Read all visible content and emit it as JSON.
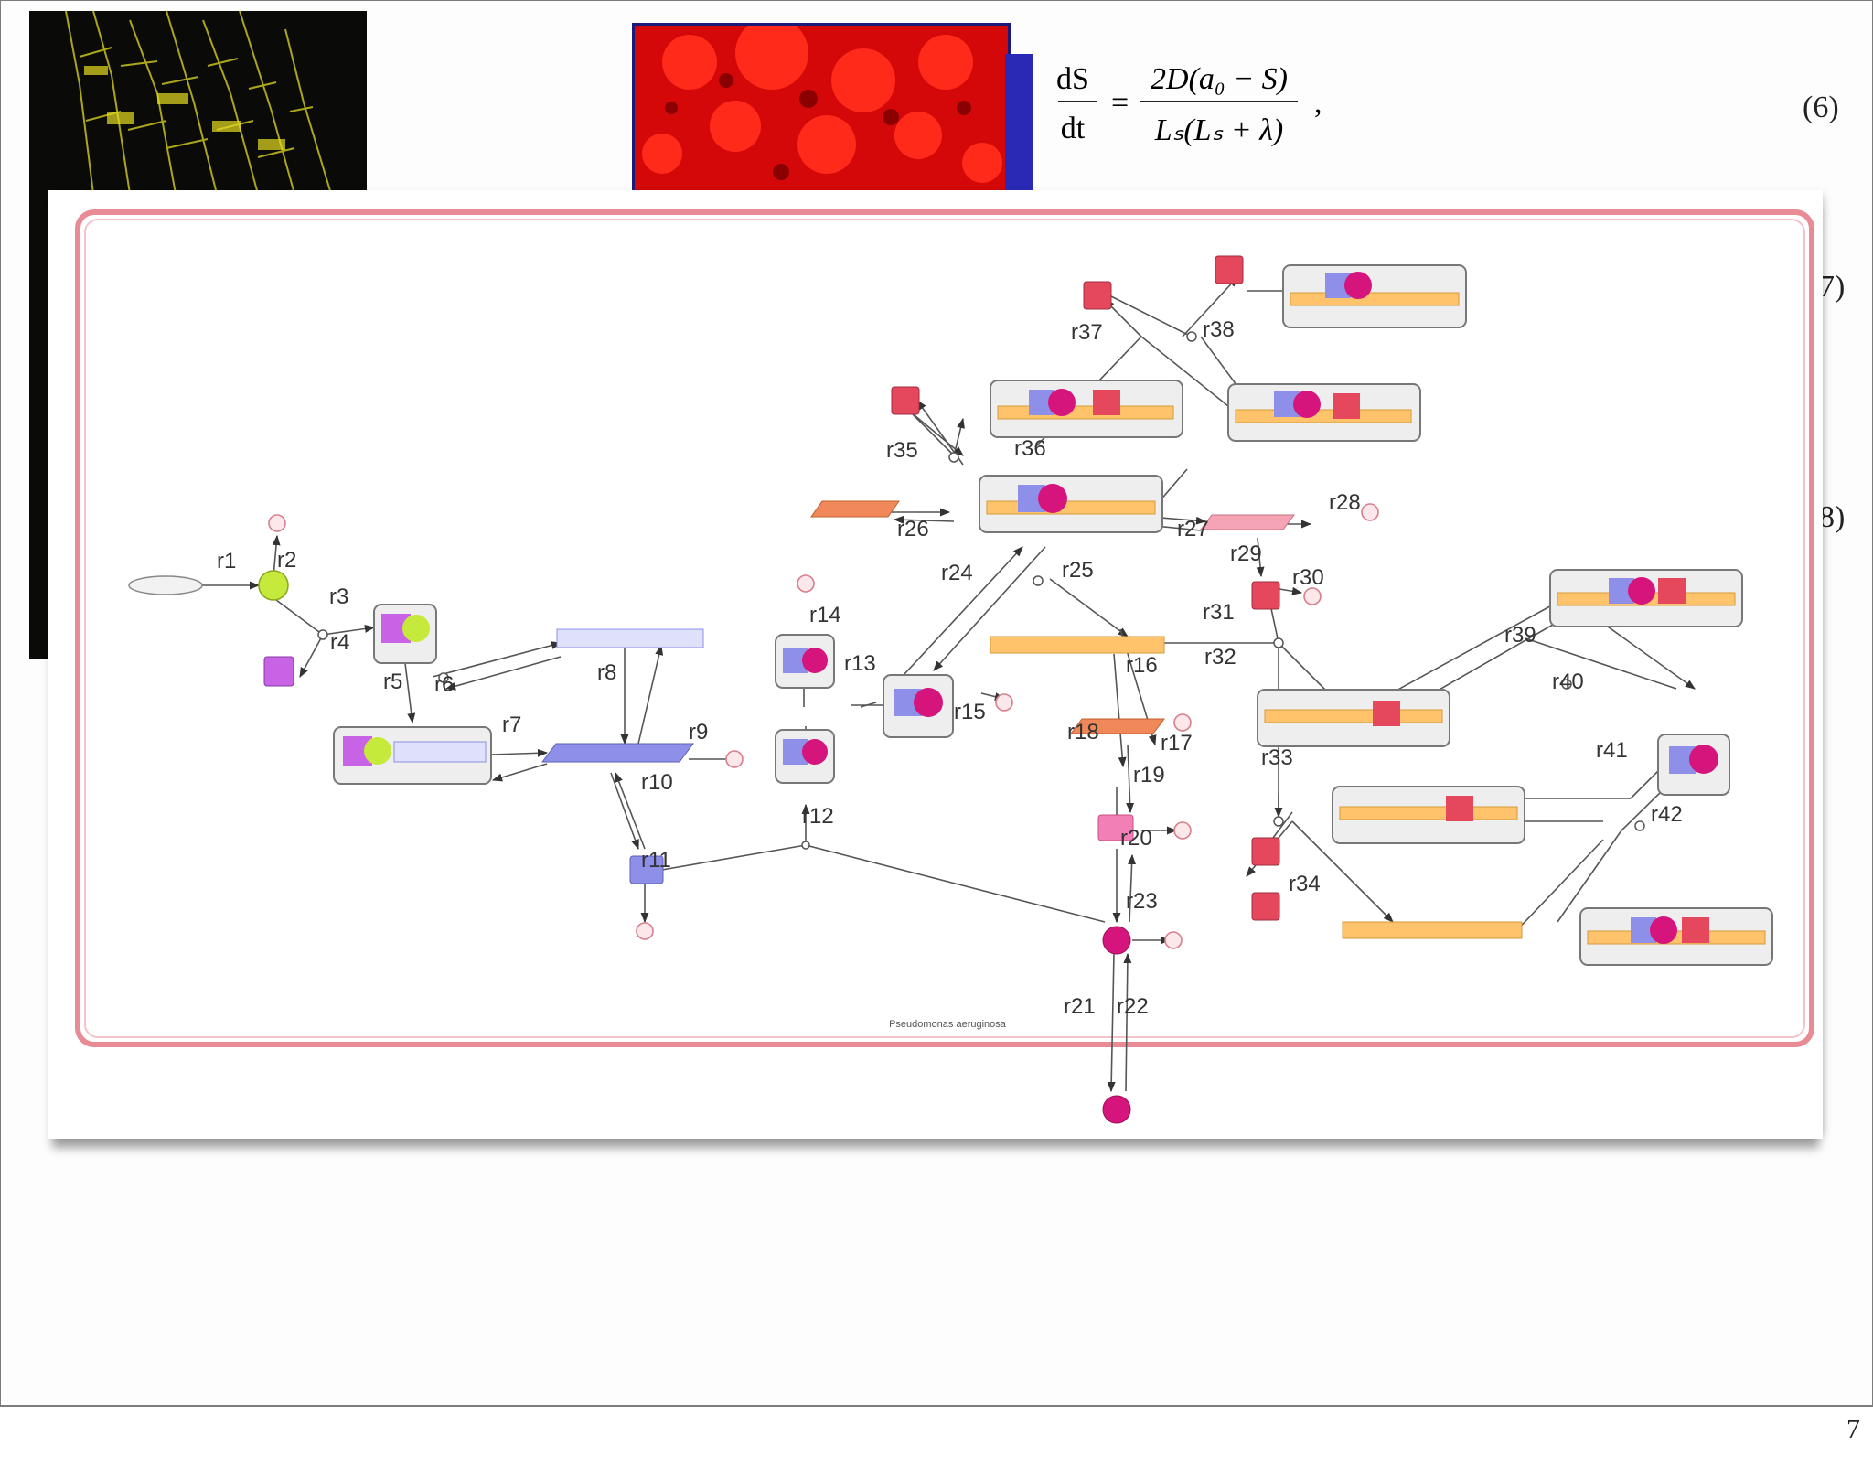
{
  "page": {
    "number": "7"
  },
  "equations": {
    "eq6": {
      "lhs_num": "dS",
      "lhs_den": "dt",
      "rhs_num": "2D(a₀ − S)",
      "rhs_den": "Lₛ(Lₛ + λ)",
      "tail": ",",
      "number": "(6)"
    },
    "eq7_number": "7)",
    "eq8_number": "8)"
  },
  "diagram": {
    "compartment_label": "Pseudomonas aeruginosa",
    "reactions": [
      "r1",
      "r2",
      "r3",
      "r4",
      "r5",
      "r6",
      "r7",
      "r8",
      "r9",
      "r10",
      "r11",
      "r12",
      "r13",
      "r14",
      "r15",
      "r16",
      "r17",
      "r18",
      "r19",
      "r20",
      "r21",
      "r22",
      "r23",
      "r24",
      "r25",
      "r26",
      "r27",
      "r28",
      "r29",
      "r30",
      "r31",
      "r32",
      "r33",
      "r34",
      "r35",
      "r36",
      "r37",
      "r38",
      "r39",
      "r40",
      "r41",
      "r42"
    ],
    "colors": {
      "compartment_border": "#e88b95",
      "gene_bar": "#ffc46b",
      "protein_blue": "#8d8fe8",
      "protein_magenta": "#d6157c",
      "rna_red": "#e5475d",
      "signal_green": "#c5ea3b",
      "receptor_purple": "#c863e6",
      "mrna_orange": "#f0885a",
      "complex_grey": "#efefef"
    }
  }
}
